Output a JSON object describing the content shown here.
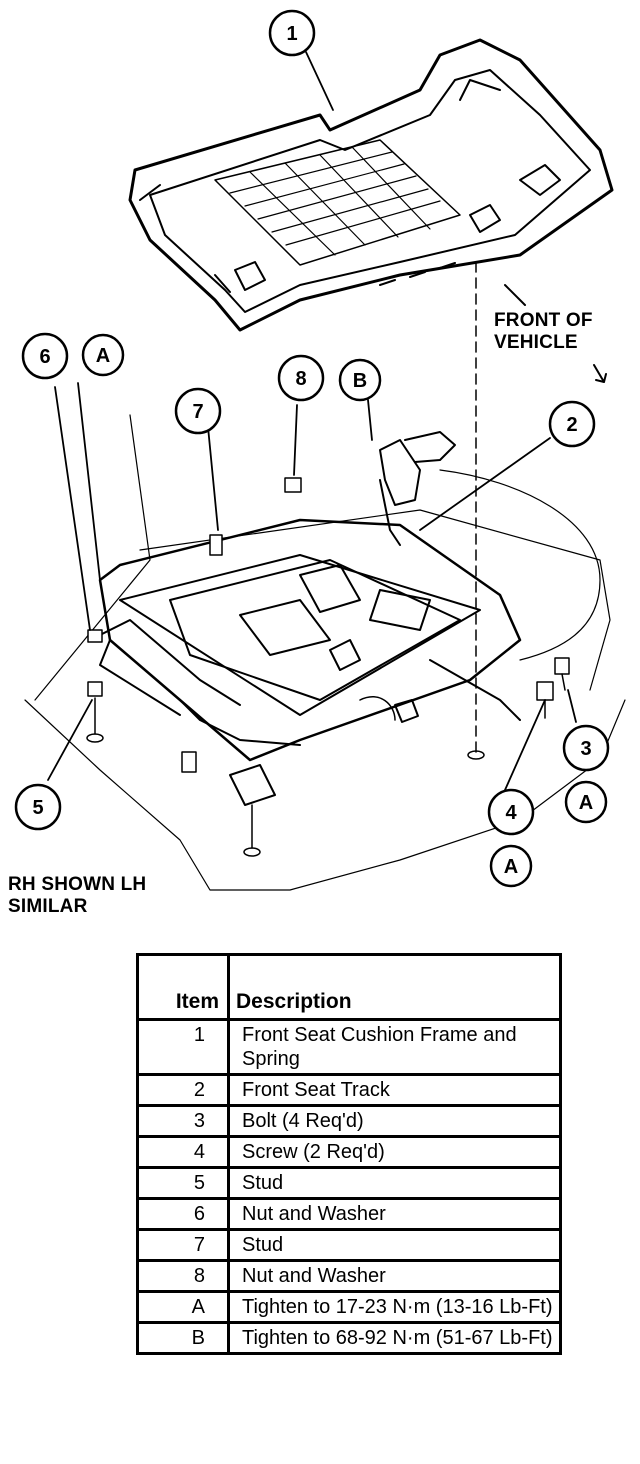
{
  "labels": {
    "front_of_vehicle": "FRONT OF VEHICLE",
    "rh_shown": "RH SHOWN LH SIMILAR"
  },
  "callouts": [
    "1",
    "2",
    "3",
    "4",
    "5",
    "6",
    "7",
    "8",
    "A",
    "B"
  ],
  "legend": {
    "headers": {
      "item": "Item",
      "description": "Description"
    },
    "rows": [
      {
        "item": "1",
        "description": "Front Seat Cushion Frame and Spring"
      },
      {
        "item": "2",
        "description": "Front Seat Track"
      },
      {
        "item": "3",
        "description": "Bolt (4 Req'd)"
      },
      {
        "item": "4",
        "description": "Screw (2 Req'd)"
      },
      {
        "item": "5",
        "description": "Stud"
      },
      {
        "item": "6",
        "description": "Nut and Washer"
      },
      {
        "item": "7",
        "description": "Stud"
      },
      {
        "item": "8",
        "description": "Nut and Washer"
      },
      {
        "item": "A",
        "description": "Tighten to 17-23 N·m (13-16 Lb-Ft)"
      },
      {
        "item": "B",
        "description": "Tighten to 68-92 N·m (51-67 Lb-Ft)"
      }
    ]
  }
}
